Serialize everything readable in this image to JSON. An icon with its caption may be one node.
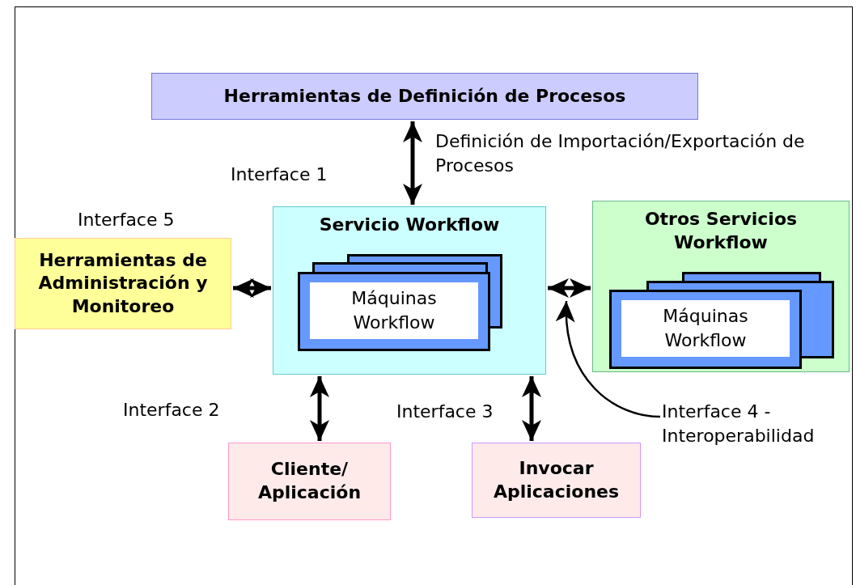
{
  "diagram": {
    "nodes": [
      {
        "text": [
          "Herramientas de Definición de Procesos"
        ]
      },
      {
        "text": [
          "Herramientas de Administración y Monitoreo"
        ]
      },
      {
        "text": [
          "Servicio Workflow"
        ]
      },
      {
        "text": [
          "Máquinas Workflow"
        ],
        "in": 2
      },
      {
        "text": [
          "Otros Servicios Workflow"
        ]
      },
      {
        "text": [
          "Máquinas Workflow"
        ],
        "in": 4
      },
      {
        "text": [
          "Cliente/ Aplicación"
        ]
      },
      {
        "text": [
          "Invocar Aplicaciones"
        ]
      },
      {
        "text": [
          "Interface 4 - Interoperabilidad"
        ]
      }
    ],
    "edges": [
      {
        "from": 0,
        "to": 2,
        "arrow": "both",
        "label": "Definición de Importación/Exportación de Procesos"
      },
      {
        "from": 1,
        "to": 2,
        "arrow": "both"
      },
      {
        "from": 2,
        "to": 4,
        "arrow": "both"
      },
      {
        "from": 2,
        "to": 6,
        "arrow": "both"
      },
      {
        "from": 2,
        "to": 7,
        "arrow": "both"
      },
      {
        "from": 8,
        "to": 2,
        "arrow": "to"
      }
    ],
    "labels": [
      "Interface 1",
      "Interface 5",
      "Interface 2",
      "Interface 3"
    ]
  }
}
